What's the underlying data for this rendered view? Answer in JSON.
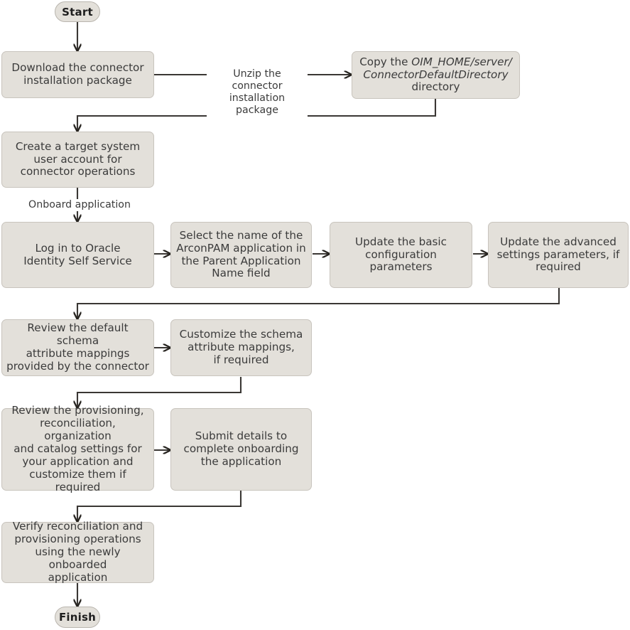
{
  "diagram": {
    "title": "ArconPAM connector installation and onboarding flow",
    "colors": {
      "node_fill": "#e3e0da",
      "node_border": "#c8c4bd",
      "connector": "#3a3734",
      "text": "#3b3b3b",
      "background": "#ffffff"
    }
  },
  "terminators": {
    "start": "Start",
    "finish": "Finish"
  },
  "nodes": [
    {
      "id": "download",
      "label": "Download the connector\ninstallation package"
    },
    {
      "id": "copy",
      "label": "Copy the OIM_HOME/server/\nConnectorDefaultDirectory\ndirectory",
      "rich": [
        {
          "text": "Copy the ",
          "italic": false
        },
        {
          "text": "OIM_HOME/server/\nConnectorDefaultDirectory\n",
          "italic": true
        },
        {
          "text": "directory",
          "italic": false
        }
      ]
    },
    {
      "id": "create_account",
      "label": "Create a target system\nuser account for\nconnector operations"
    },
    {
      "id": "login",
      "label": "Log in to Oracle\nIdentity Self Service"
    },
    {
      "id": "select_app",
      "label": "Select the name of the\nArconPAM application in\nthe Parent Application\nName field"
    },
    {
      "id": "basic_config",
      "label": "Update the basic\nconfiguration\nparameters"
    },
    {
      "id": "advanced_settings",
      "label": "Update the advanced\nsettings parameters, if\nrequired"
    },
    {
      "id": "review_schema",
      "label": "Review the default schema\nattribute mappings\nprovided by the connector"
    },
    {
      "id": "customize_schema",
      "label": "Customize the schema\nattribute mappings,\nif required"
    },
    {
      "id": "review_settings",
      "label": "Review the provisioning,\nreconciliation, organization\nand catalog settings for\nyour application and\ncustomize them if required"
    },
    {
      "id": "submit",
      "label": "Submit details to\ncomplete onboarding\nthe application"
    },
    {
      "id": "verify",
      "label": "Verify reconciliation and\nprovisioning operations\nusing the newly onboarded\napplication"
    }
  ],
  "edge_labels": [
    {
      "id": "unzip",
      "label": "Unzip the connector\ninstallation package"
    },
    {
      "id": "onboard",
      "label": "Onboard application"
    }
  ]
}
